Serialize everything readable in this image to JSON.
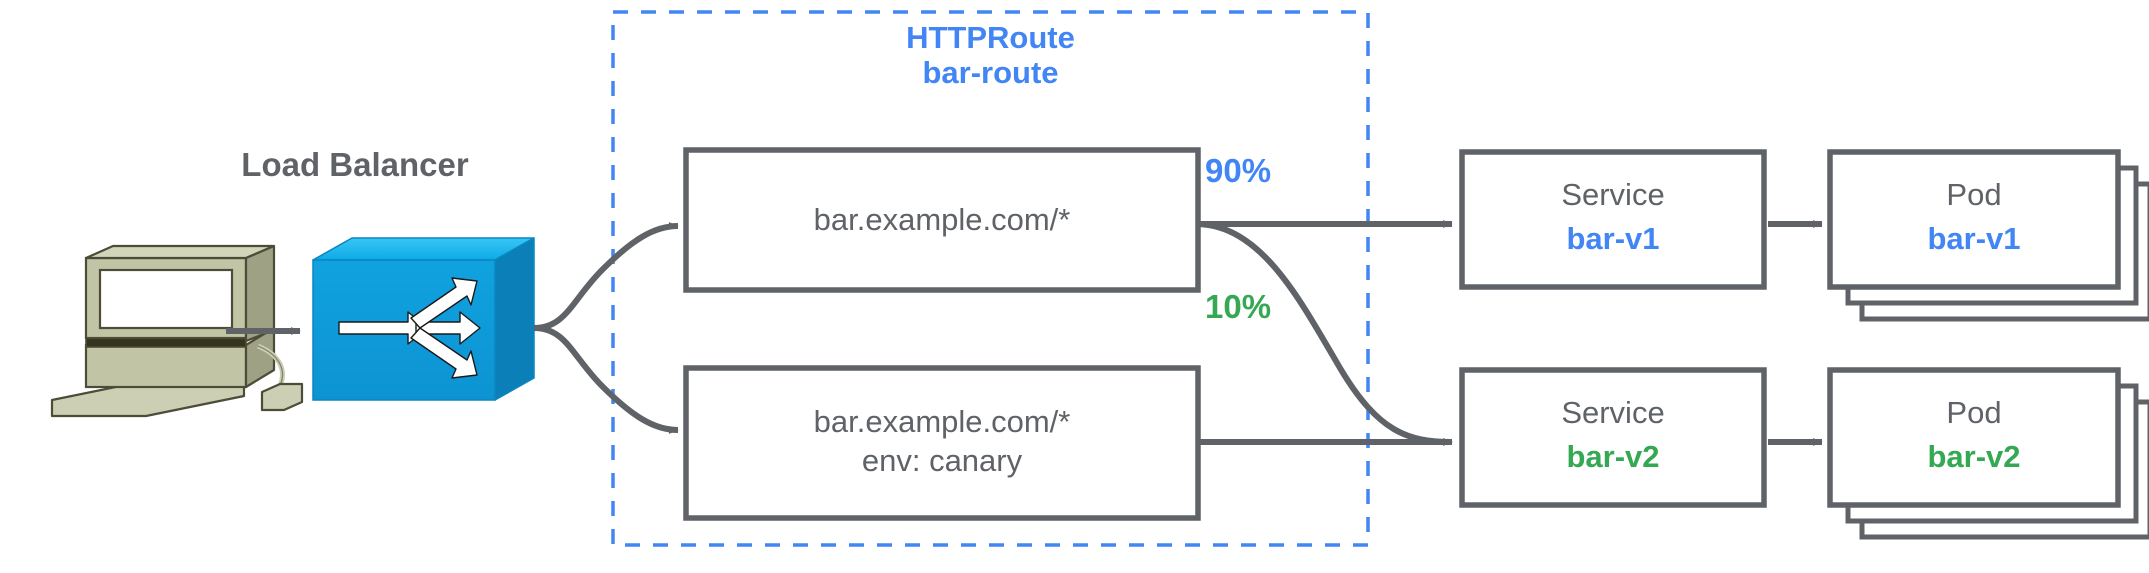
{
  "diagram": {
    "title": "HTTPRoute traffic splitting (canary)",
    "colors": {
      "blue": "#4285f4",
      "green": "#34a853",
      "gray": "#5f6368",
      "lb_blue": "#0b9ede",
      "computer_beige": "#b2b48a"
    }
  },
  "client": {
    "icon": "desktop-computer-icon"
  },
  "load_balancer": {
    "label": "Load Balancer",
    "icon": "load-balancer-switch-icon"
  },
  "httproute": {
    "kind_label": "HTTPRoute",
    "name_label": "bar-route",
    "rules": [
      {
        "id": "rule-primary",
        "lines": [
          "bar.example.com/*"
        ]
      },
      {
        "id": "rule-canary",
        "lines": [
          "bar.example.com/*",
          "env: canary"
        ]
      }
    ]
  },
  "weights": [
    {
      "id": "weight-90",
      "label": "90%",
      "color": "#4285f4"
    },
    {
      "id": "weight-10",
      "label": "10%",
      "color": "#34a853"
    }
  ],
  "backends": [
    {
      "id": "backend-v1",
      "service": {
        "kind_label": "Service",
        "name_label": "bar-v1",
        "color": "#4285f4"
      },
      "pod": {
        "kind_label": "Pod",
        "name_label": "bar-v1",
        "color": "#4285f4",
        "replicas": 3
      }
    },
    {
      "id": "backend-v2",
      "service": {
        "kind_label": "Service",
        "name_label": "bar-v2",
        "color": "#34a853"
      },
      "pod": {
        "kind_label": "Pod",
        "name_label": "bar-v2",
        "color": "#34a853",
        "replicas": 3
      }
    }
  ]
}
